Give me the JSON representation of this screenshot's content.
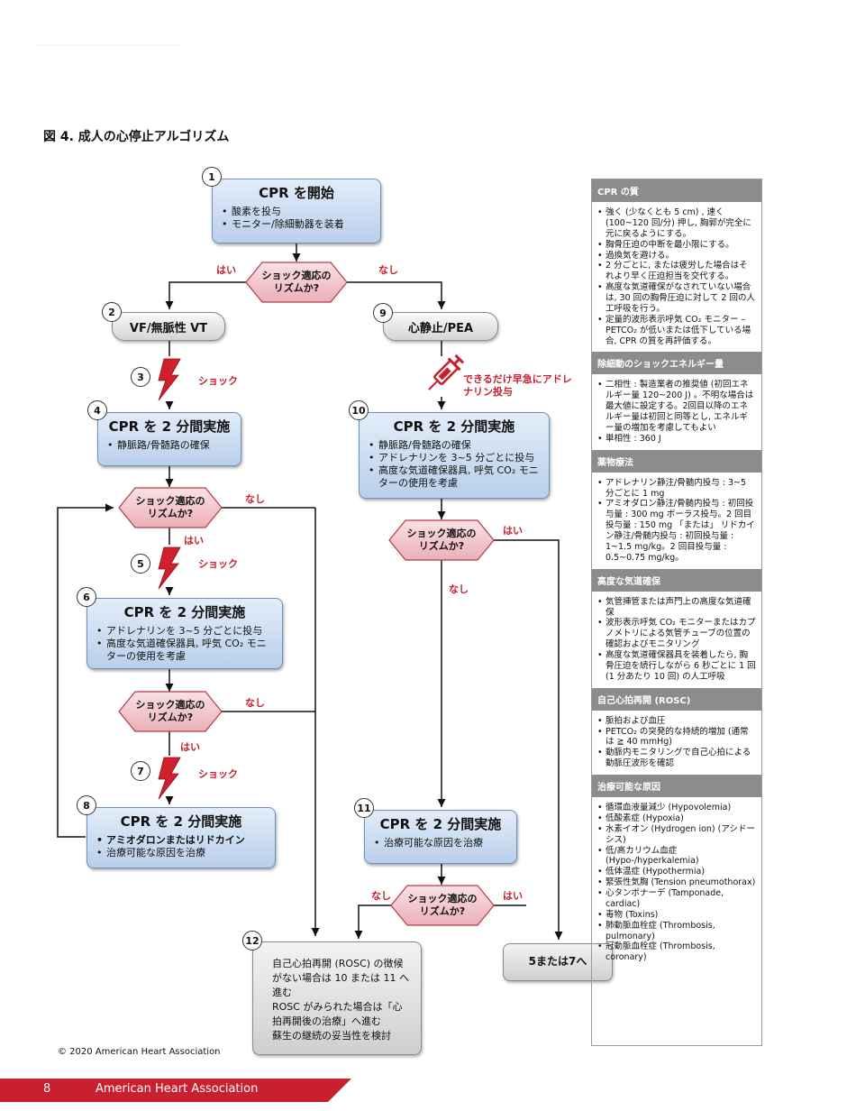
{
  "figure_title": "図 4. 成人の心停止アルゴリズム",
  "decision_label": "ショック適応の\nリズムか?",
  "yes": "はい",
  "no": "なし",
  "shock": "ショック",
  "step_numbers": [
    "1",
    "2",
    "3",
    "4",
    "5",
    "6",
    "7",
    "8",
    "9",
    "10",
    "11",
    "12"
  ],
  "steps": {
    "s1": {
      "title": "CPR を開始",
      "items": [
        "酸素を投与",
        "モニター/除細動器を装着"
      ]
    },
    "s2": {
      "title": "VF/無脈性 VT"
    },
    "s4": {
      "title": "CPR を 2 分間実施",
      "items": [
        "静脈路/骨髄路の確保"
      ]
    },
    "s6": {
      "title": "CPR を 2 分間実施",
      "items": [
        "アドレナリンを 3~5 分ごとに投与",
        "高度な気道確保器具, 呼気 CO₂ モニターの使用を考慮"
      ]
    },
    "s8": {
      "title": "CPR を 2 分間実施",
      "items": [
        "アミオダロンまたはリドカイン",
        "治療可能な原因を治療"
      ]
    },
    "s9": {
      "title": "心静止/PEA"
    },
    "s9_drug": "できるだけ早急にアドレナリン投与",
    "s10": {
      "title": "CPR を 2 分間実施",
      "items": [
        "静脈路/骨髄路の確保",
        "アドレナリンを 3~5 分ごとに投与",
        "高度な気道確保器具, 呼気 CO₂ モニターの使用を考慮"
      ]
    },
    "s11": {
      "title": "CPR を 2 分間実施",
      "items": [
        "治療可能な原因を治療"
      ]
    },
    "s12": {
      "items": [
        "自己心拍再開 (ROSC) の徴候がない場合は 10 または 11 へ進む",
        "ROSC がみられた場合は「心拍再開後の治療」へ進む",
        "蘇生の継続の妥当性を検討"
      ]
    },
    "goto": "5または7へ"
  },
  "sidebar": [
    {
      "heading": "CPR の質",
      "items": [
        "強く (少なくとも 5 cm) , 速く (100~120 回/分) 押し, 胸郭が完全に元に戻るようにする。",
        "胸骨圧迫の中断を最小限にする。",
        "過換気を避ける。",
        "2 分ごとに, または疲労した場合はそれより早く圧迫担当を交代する。",
        "高度な気道確保がなされていない場合は, 30 回の胸骨圧迫に対して 2 回の人工呼吸を行う。",
        "定量的波形表示呼気 CO₂ モニター – PETCO₂ が低いまたは低下している場合, CPR の質を再評価する。"
      ]
    },
    {
      "heading": "除細動のショックエネルギー量",
      "items": [
        "二相性 : 製造業者の推奨値 (初回エネルギー量 120~200 J) 。不明な場合は最大値に設定する。2回目以降のエネルギー量は初回と同等とし, エネルギー量の増加を考慮してもよい",
        "単相性 : 360 J"
      ]
    },
    {
      "heading": "薬物療法",
      "items": [
        "アドレナリン静注/骨髄内投与 : 3~5 分ごとに 1 mg",
        "アミオダロン静注/骨髄内投与 : 初回投与量 : 300 mg ボーラス投与。2 回目投与量 : 150 mg 「または」 リドカイン静注/骨髄内投与 : 初回投与量 : 1~1.5 mg/kg。2 回目投与量 : 0.5~0.75 mg/kg。"
      ]
    },
    {
      "heading": "高度な気道確保",
      "items": [
        "気管挿管または声門上の高度な気道確保",
        "波形表示呼気 CO₂ モニターまたはカプノメトリによる気管チューブの位置の確認およびモニタリング",
        "高度な気道確保器具を装着したら, 胸骨圧迫を続行しながら 6 秒ごとに 1 回 (1 分あたり 10 回) の人工呼吸"
      ]
    },
    {
      "heading": "自己心拍再開 (ROSC)",
      "items": [
        "脈拍および血圧",
        "PETCO₂ の突発的な持続的増加 (通常は ≧ 40 mmHg)",
        "動脈内モニタリングで自己心拍による動脈圧波形を確認"
      ]
    },
    {
      "heading": "治療可能な原因",
      "items": [
        "循環血液量減少 (Hypovolemia)",
        "低酸素症 (Hypoxia)",
        "水素イオン (Hydrogen ion) (アシドーシス)",
        "低/高カリウム血症 (Hypo-/hyperkalemia)",
        "低体温症 (Hypothermia)",
        "緊張性気胸 (Tension pneumothorax)",
        "心タンポナーデ (Tamponade, cardiac)",
        "毒物 (Toxins)",
        "肺動脈血栓症 (Thrombosis, pulmonary)",
        "冠動脈血栓症 (Thrombosis, coronary)"
      ]
    }
  ],
  "copyright": "© 2020 American Heart Association",
  "footer": {
    "page": "8",
    "org": "American Heart Association"
  },
  "colors": {
    "accent_red": "#c8202f",
    "box_blue": "#b9cfea",
    "diamond_pink": "#f3c3c8",
    "sidebar_head": "#8c8c8c"
  }
}
